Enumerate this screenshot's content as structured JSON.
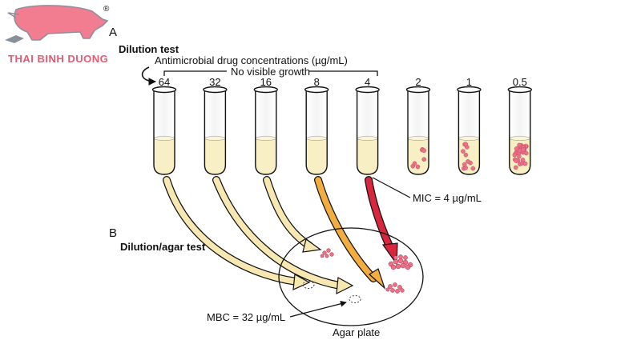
{
  "logo": {
    "brand_name": "THAI BINH DUONG",
    "registered_mark": "®",
    "brand_color": "#e85a74",
    "icon": "pig-logo-icon"
  },
  "panel_a": {
    "letter": "A",
    "title": "Dilution test",
    "subtitle": "Antimicrobial drug concentrations (µg/mL)",
    "bracket_label": "No visible growth",
    "concentrations": [
      "64",
      "32",
      "16",
      "8",
      "4",
      "2",
      "1",
      "0.5"
    ],
    "mic_label": "MIC = 4 µg/mL"
  },
  "panel_b": {
    "letter": "B",
    "title": "Dilution/agar test",
    "plate_label": "Agar plate",
    "mbc_label": "MBC = 32 µg/mL"
  },
  "colors": {
    "broth": "#f8efc4",
    "colony": "#ef6f86",
    "arrow_light": "#f6e8b0",
    "arrow_orange": "#f3ad3e",
    "arrow_red": "#d8263f"
  }
}
